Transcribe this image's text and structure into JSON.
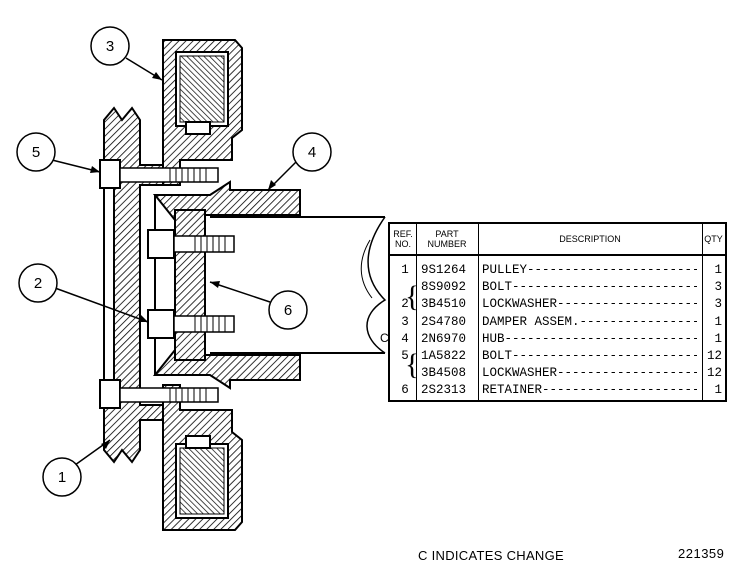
{
  "callouts": [
    {
      "number": "3",
      "part": "DAMPER ASSEM."
    },
    {
      "number": "4",
      "part": "HUB"
    },
    {
      "number": "5",
      "part": "LOCKWASHER"
    },
    {
      "number": "2",
      "part": "BOLT"
    },
    {
      "number": "6",
      "part": "RETAINER"
    },
    {
      "number": "1",
      "part": "PULLEY"
    }
  ],
  "table": {
    "headers": {
      "ref": [
        "REF.",
        "NO."
      ],
      "part": [
        "PART",
        "NUMBER"
      ],
      "description": "DESCRIPTION",
      "qty": "QTY"
    },
    "rows": [
      {
        "ref": "1",
        "part": "9S1264",
        "description": "PULLEY",
        "qty": "1"
      },
      {
        "ref": "",
        "part": "8S9092",
        "description": "BOLT",
        "qty": "3"
      },
      {
        "ref": "2",
        "part": "3B4510",
        "description": "LOCKWASHER",
        "qty": "3"
      },
      {
        "ref": "3",
        "part": "2S4780",
        "description": "DAMPER ASSEM.",
        "qty": "1"
      },
      {
        "ref": "4",
        "part": "2N6970",
        "description": "HUB",
        "qty": "1"
      },
      {
        "ref": "5",
        "part": "1A5822",
        "description": "BOLT",
        "qty": "12"
      },
      {
        "ref": "",
        "part": "3B4508",
        "description": "LOCKWASHER",
        "qty": "12"
      },
      {
        "ref": "6",
        "part": "2S2313",
        "description": "RETAINER",
        "qty": "1"
      }
    ],
    "change_marker": "C"
  },
  "footer": {
    "change_note": "C INDICATES CHANGE",
    "drawing_number": "221359"
  }
}
